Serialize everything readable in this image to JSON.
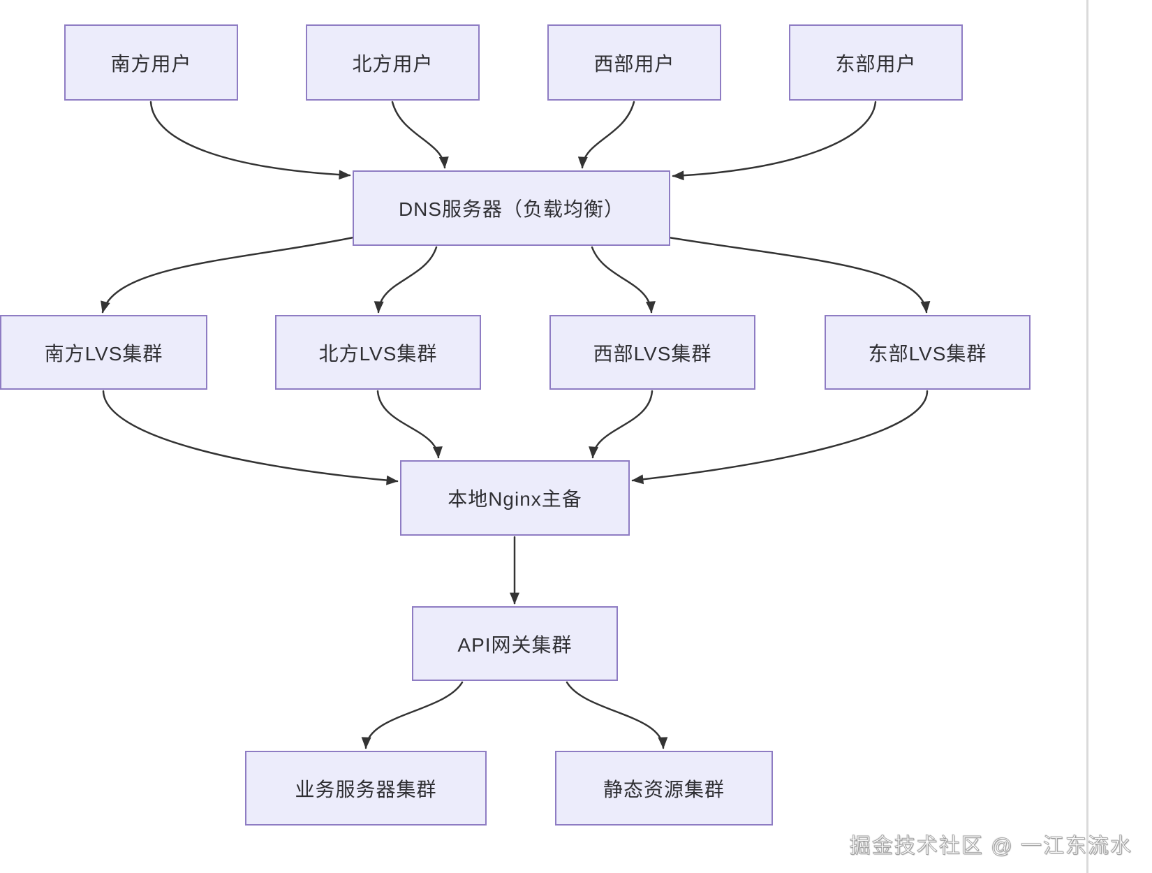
{
  "diagram": {
    "nodes": [
      {
        "id": "user-south",
        "label": "南方用户"
      },
      {
        "id": "user-north",
        "label": "北方用户"
      },
      {
        "id": "user-west",
        "label": "西部用户"
      },
      {
        "id": "user-east",
        "label": "东部用户"
      },
      {
        "id": "dns",
        "label": "DNS服务器（负载均衡）"
      },
      {
        "id": "lvs-south",
        "label": "南方LVS集群"
      },
      {
        "id": "lvs-north",
        "label": "北方LVS集群"
      },
      {
        "id": "lvs-west",
        "label": "西部LVS集群"
      },
      {
        "id": "lvs-east",
        "label": "东部LVS集群"
      },
      {
        "id": "nginx-ha",
        "label": "本地Nginx主备"
      },
      {
        "id": "api-gateway",
        "label": "API网关集群"
      },
      {
        "id": "biz-cluster",
        "label": "业务服务器集群"
      },
      {
        "id": "static-cluster",
        "label": "静态资源集群"
      }
    ],
    "edges": [
      {
        "from": "user-south",
        "to": "dns"
      },
      {
        "from": "user-north",
        "to": "dns"
      },
      {
        "from": "user-west",
        "to": "dns"
      },
      {
        "from": "user-east",
        "to": "dns"
      },
      {
        "from": "dns",
        "to": "lvs-south"
      },
      {
        "from": "dns",
        "to": "lvs-north"
      },
      {
        "from": "dns",
        "to": "lvs-west"
      },
      {
        "from": "dns",
        "to": "lvs-east"
      },
      {
        "from": "lvs-south",
        "to": "nginx-ha"
      },
      {
        "from": "lvs-north",
        "to": "nginx-ha"
      },
      {
        "from": "lvs-west",
        "to": "nginx-ha"
      },
      {
        "from": "lvs-east",
        "to": "nginx-ha"
      },
      {
        "from": "nginx-ha",
        "to": "api-gateway"
      },
      {
        "from": "api-gateway",
        "to": "biz-cluster"
      },
      {
        "from": "api-gateway",
        "to": "static-cluster"
      }
    ],
    "colors": {
      "node_fill": "#ECECFB",
      "node_border": "#8E7CC3",
      "text": "#2F2F33",
      "arrow": "#333333",
      "divider": "#DADADA",
      "background": "#FFFFFF"
    }
  },
  "watermark": {
    "text": "掘金技术社区 @ 一江东流水"
  }
}
